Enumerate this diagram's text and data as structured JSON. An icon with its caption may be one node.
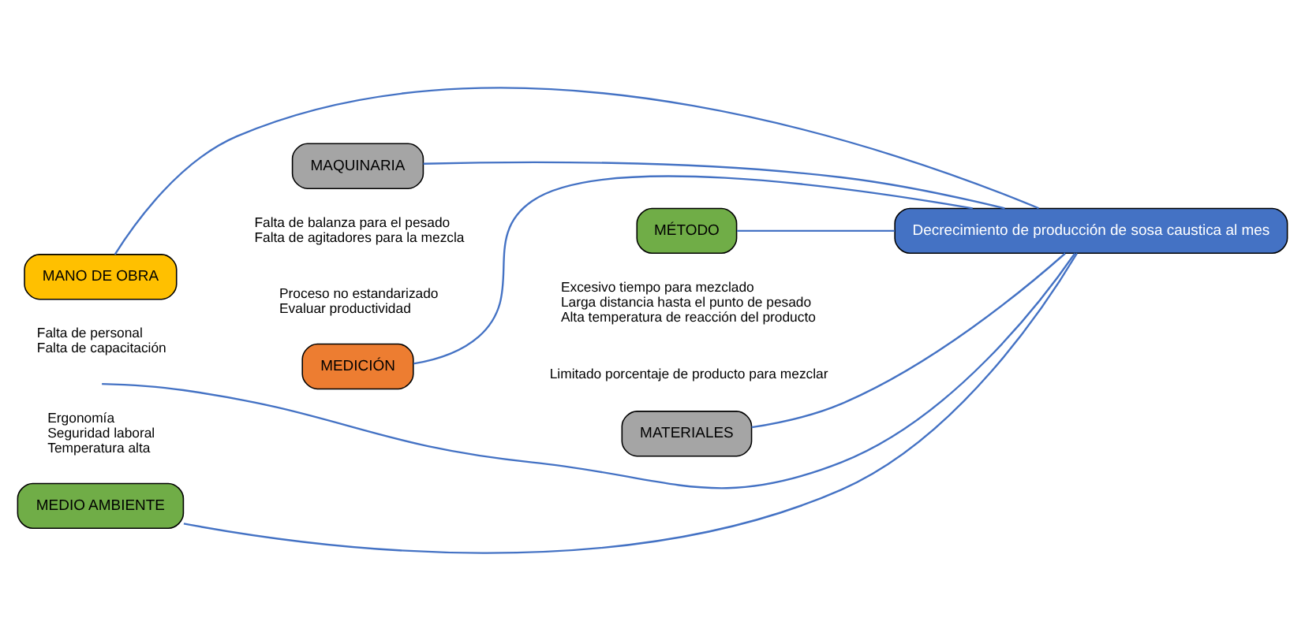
{
  "diagram": {
    "nodes": [
      {
        "text": [
          "MANO DE OBRA"
        ],
        "beside": [
          "Falta de personal",
          "Falta de capacitación"
        ]
      },
      {
        "text": [
          "MAQUINARIA"
        ],
        "beside": [
          "Falta de balanza para el pesado",
          "Falta de agitadores para la mezcla"
        ]
      },
      {
        "text": [
          "MÉTODO"
        ],
        "beside": [
          "Excesivo tiempo para mezclado",
          "Larga distancia hasta el punto de pesado",
          "Alta temperatura de reacción del producto"
        ]
      },
      {
        "text": [
          "Decrecimiento de producción de sosa caustica al mes"
        ]
      },
      {
        "text": [
          "MEDIO AMBIENTE"
        ],
        "beside": [
          "Ergonomía",
          "Seguridad laboral",
          "Temperatura alta"
        ]
      },
      {
        "text": [
          "MEDICIÓN"
        ],
        "beside": [
          "Proceso no estandarizado",
          "Evaluar productividad"
        ]
      },
      {
        "text": [
          "MATERIALES"
        ],
        "beside": [
          "Limitado porcentaje de producto para mezclar"
        ]
      }
    ],
    "edges": [
      {
        "from": null,
        "to": 3,
        "arrow": "none"
      },
      {
        "from": 0,
        "to": 3,
        "arrow": "none"
      },
      {
        "from": 1,
        "to": 3,
        "arrow": "none"
      },
      {
        "from": 2,
        "to": 3,
        "arrow": "none"
      },
      {
        "from": 4,
        "to": 3,
        "arrow": "none"
      },
      {
        "from": 5,
        "to": 3,
        "arrow": "none"
      },
      {
        "from": 6,
        "to": 3,
        "arrow": "none"
      }
    ]
  }
}
